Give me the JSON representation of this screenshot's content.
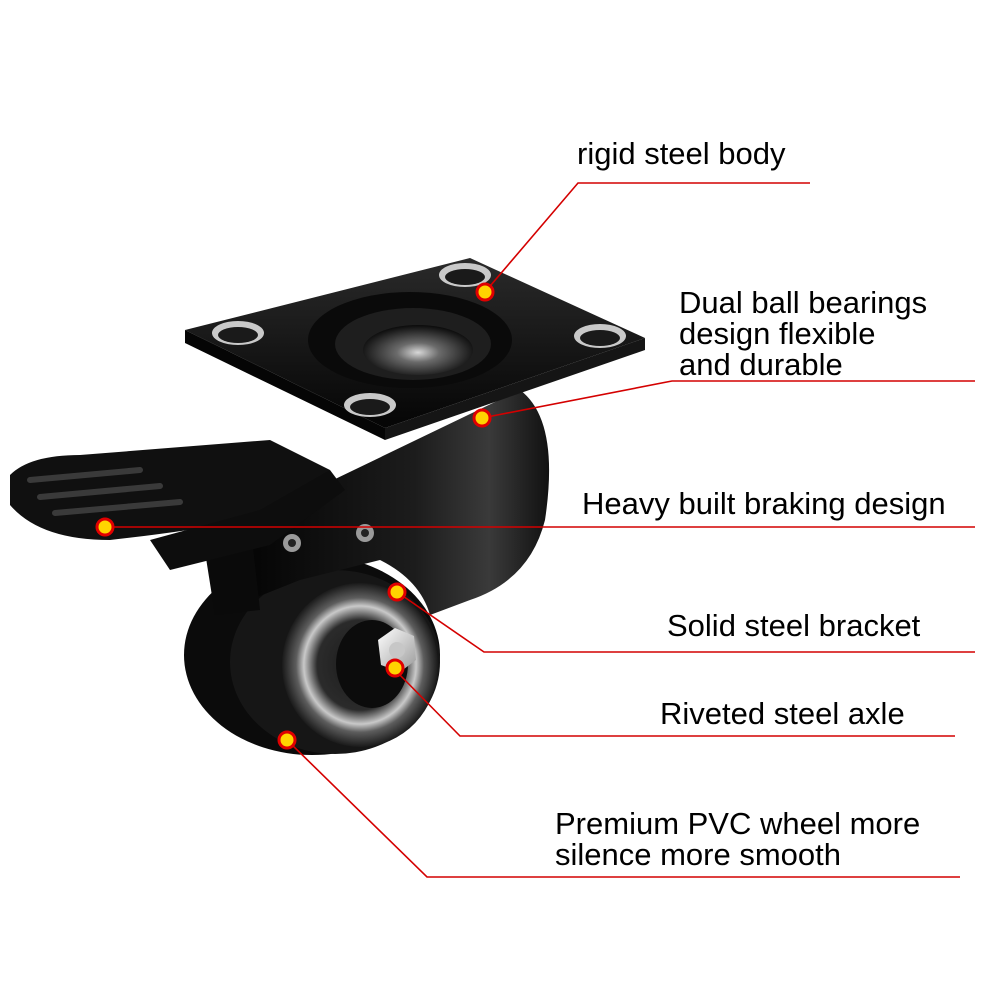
{
  "callouts": [
    {
      "id": "steel-body",
      "lines": [
        "rigid steel body"
      ]
    },
    {
      "id": "ball-bearings",
      "lines": [
        "Dual ball bearings",
        "design flexible",
        "and durable"
      ]
    },
    {
      "id": "braking",
      "lines": [
        "Heavy built braking design"
      ]
    },
    {
      "id": "bracket",
      "lines": [
        "Solid steel bracket"
      ]
    },
    {
      "id": "axle",
      "lines": [
        "Riveted steel axle"
      ]
    },
    {
      "id": "wheel",
      "lines": [
        "Premium PVC wheel more",
        "silence more smooth"
      ]
    }
  ],
  "colors": {
    "leader_line": "#d40000",
    "marker_fill": "#ffd400",
    "marker_ring": "#e00000",
    "product_body": "#0d0d0d",
    "background": "#ffffff"
  }
}
